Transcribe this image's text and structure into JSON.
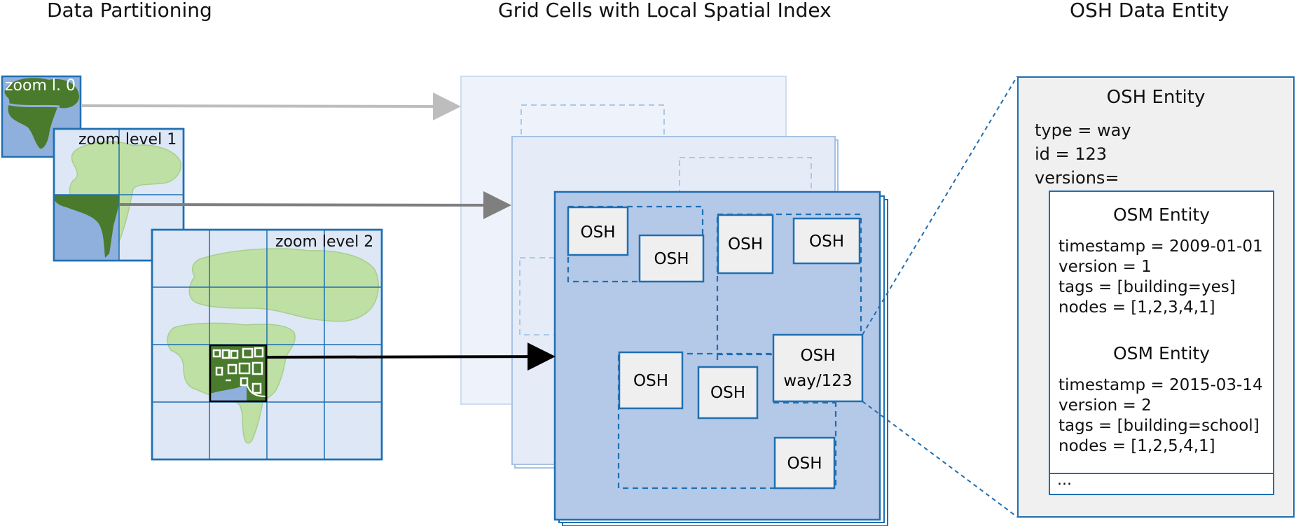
{
  "headings": {
    "left": "Data Partitioning",
    "middle": "Grid Cells with Local Spatial Index",
    "right": "OSH Data Entity"
  },
  "zoom_labels": {
    "level0": "zoom l. 0",
    "level1": "zoom level 1",
    "level2": "zoom level 2"
  },
  "grid_cell": {
    "osh_label": "OSH",
    "highlight_id": "way/123"
  },
  "osh_entity": {
    "title": "OSH Entity",
    "type_line": "type = way",
    "id_line": "id = 123",
    "versions_line": "versions=",
    "versions": [
      {
        "title": "OSM Entity",
        "timestamp": "timestamp = 2009-01-01",
        "version": "version = 1",
        "tags": "tags = [building=yes]",
        "nodes": "nodes = [1,2,3,4,1]"
      },
      {
        "title": "OSM Entity",
        "timestamp": "timestamp = 2015-03-14",
        "version": "version = 2",
        "tags": "tags = [building=school]",
        "nodes": "nodes = [1,2,5,4,1]"
      }
    ],
    "ellipsis": "..."
  },
  "colors": {
    "accent_blue": "#1f6fb2",
    "map_green_dark": "#4a7a2c",
    "map_green_light": "#bfe0a4",
    "tile_blue": "#8fb0dc",
    "cell_blue": "#b4c8e8"
  }
}
